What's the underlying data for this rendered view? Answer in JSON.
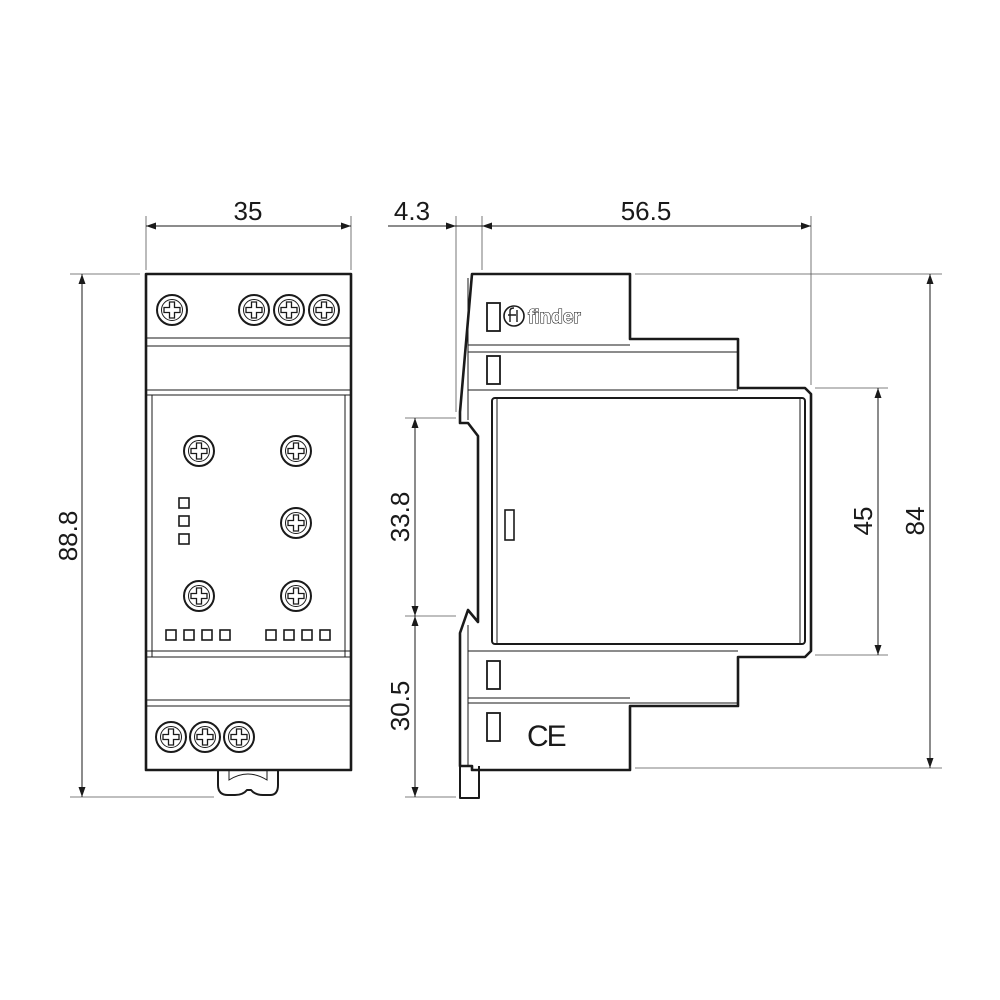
{
  "dimensions": {
    "front_width": "35",
    "front_height": "88.8",
    "rail_offset": "4.3",
    "side_depth": "56.5",
    "clip_spacing": "33.8",
    "cover_height": "45",
    "body_height": "84",
    "lower_offset": "30.5"
  },
  "markings": {
    "brand": "finder",
    "certification": "CE"
  },
  "icons": {
    "brand_logo": "finder-logo-icon",
    "terminal_screw": "terminal-screw-icon"
  },
  "colors": {
    "line": "#1a1a1a",
    "background": "#ffffff"
  }
}
